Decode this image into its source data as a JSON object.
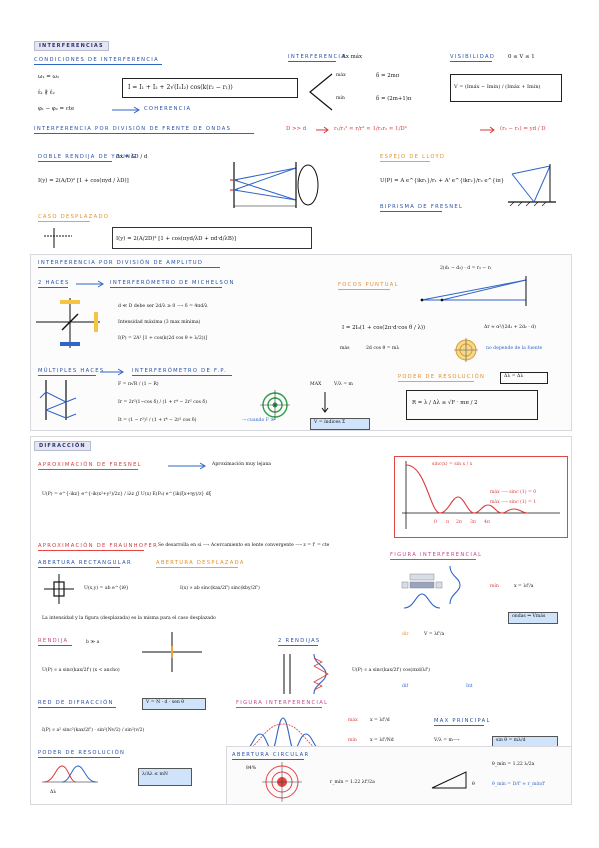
{
  "sections": {
    "interferencias": "INTERFERENCIAS",
    "difraccion": "DIFRACCIÓN"
  },
  "interf": {
    "h_condiciones": "CONDICIONES DE INTERFERENCIA",
    "cond1": "ω₁ = ω₂",
    "cond2": "ε̂₁ ∦ ε̂₂",
    "cond3": "φ₁ − φ₂ = cte",
    "coherencia": "COHERENCIA",
    "intensity_eq": "I = I₁ + I₂ + 2√(I₁I₂) cos(k(r₂ − r₁))",
    "h_interferencia": "INTERFERENCIA",
    "dx_max": "Δx máx",
    "max_label": "máx",
    "min_label": "mín",
    "max_cond": "δ = 2mπ",
    "min_cond": "δ = (2m+1)π",
    "h_visibilidad": "VISIBILIDAD",
    "vis_range": "0 ≤ V ≤ 1",
    "vis_eq": "V = (Imáx − Imín) / (Imáx + Imín)",
    "h_division_frente": "INTERFERENCIA POR DIVISIÓN DE FRENTE DE ONDAS",
    "d_cond": "D >> d",
    "approx_eq": "r₁/r₁² ≈ r/r² ≈ 1/r₁r₂ ≈ 1/D²",
    "path_diff": "(r₂ − r₁) = yd / D",
    "h_young": "DOBLE RENDIJA DE YOUNG",
    "young_period": "Δx = λD / d",
    "young_intensity": "I(y) = 2(A/D)² [1 + cos(πyd / λD)]",
    "h_lloyd": "ESPEJO DE LLOYD",
    "lloyd_eq": "U(P) = A e^{ikr₁}/r₁ + A' e^{ikr₂}/r₂ e^{iπ}",
    "h_fresnel_biprisma": "BIPRISMA DE FRESNEL",
    "h_desplazado": "CASO DESPLAZADO",
    "desplazado_eq": "I(y) = 2(A/2D)² [1 + cos(πyd/λD + πd·d/λB)]",
    "h_division_amplitud": "INTERFERENCIA POR DIVISIÓN DE AMPLITUD",
    "h_2haces": "2 HACES",
    "h_michelson": "INTERFERÓMETRO DE MICHELSON",
    "mich1": "d ≪ D  debe ser  2d/λ ≥ 0  ⟶  δ = 4πd/λ",
    "mich2": "Intensidad máxima (3 max mínima)",
    "mich3": "I(P) = 2A² [1 + cos(k(2d cos θ + λ/2))]",
    "h_focos": "FOCOS PUNTUAL",
    "focos_top": "2(d₁ − d₂) · d = r₂ − r₁",
    "focos_eq": "I = 2I₀(1 + cos(2π·d·cos θ / λ))",
    "focos_r": "Δr ≈ α²/(2d₁ + 2d₂ · d)",
    "focos_mas": "más",
    "focos_cond": "2d cos θ = mλ",
    "focos_note": "no depende de la fuente",
    "h_multiples": "MÚLTIPLES HACES",
    "h_fabry": "INTERFERÓMETRO DE F.P.",
    "fp_F": "F = π√R / (1 − R)",
    "fp_Ir": "Ir = 2r²(1−cos δ) / (1 + r⁴ − 2r² cos δ)",
    "fp_It": "It = (1 − r²)² / (1 + r⁴ − 2r² cos δ)",
    "fp_note": "→ cuando F ≫",
    "max_label2": "MAX",
    "fp_max": "V/λ = m",
    "fp_index": "V = índices Σ",
    "h_poder": "PODER DE RESOLUCIÓN",
    "poder_box": "Δλ = Δλ",
    "poder_eq": "R = λ / Δλ ≤ √F · mπ / 2"
  },
  "difr": {
    "h_fresnel": "APROXIMACIÓN DE FRESNEL",
    "fresnel_note": "Aproximación muy lejana",
    "fresnel_eq": "U(P) = e^{-ikz} e^{-ik(x²+y²)/2z} / iλz ∬ U(x) E(P₀) e^{ik(ξx+ηy)/z} dξ",
    "graph_label": "sinc(x) = sin x / x",
    "graph_peak": "máx  ⟶  sinc (1) = 0",
    "graph_peak2": "máx  ⟶  sinc (1) = 1",
    "graph_ticks": [
      "0",
      "π",
      "2π",
      "3π",
      "4π"
    ],
    "h_fraunhofer": "APROXIMACIÓN DE FRAUNHOFER",
    "fraunhofer_note": "Se desarrolla en si  ⟶  Acercamiento en lente convergente  ⟶  z = f' = cte",
    "h_rectangular": "ABERTURA RECTANGULAR",
    "h_desplazada": "ABERTURA DESPLAZADA",
    "rect_eq": "I(x) ∝ ab sinc(kax/2f') sinc(kby/2f')",
    "rect_desp": "U(x,y) = ab e^{iθ}",
    "intens_note": "La intensidad y la figura (desplazada) es la misma para el caso desplazado",
    "h_figura": "FIGURA INTERFERENCIAL",
    "fig_min": "mín",
    "fig_eq": "x = λf'/a",
    "fig_btn": "ondas ⇒ Vmás",
    "fig_dir": "dir",
    "fig_v": "V = λf'/a",
    "h_rendija": "RENDIJA",
    "rendija_note": "b ≫ a",
    "rendija_eq": "U(P) ∝ a sinc(kax/2f')  (x < ancho)",
    "h_2rendijas": "2 RENDIJAS",
    "rend2_eq": "U(P) ∝ a sinc(kax/2f') cos(πxd/λf')",
    "rend2_lbl1": "dif",
    "rend2_lbl2": "Int",
    "h_red": "RED DE DIFRACCIÓN",
    "red_box": "V = N · d · sen θ",
    "red_eq": "I(P) ∝ a² sinc²(kax/2f') · sin²(Nv/2) / sin²(v/2)",
    "h_figura2": "FIGURA INTERFERENCIAL",
    "max_lbl": "máx",
    "min_lbl": "mín",
    "max_eq": "x = λf'/d",
    "min_eq": "x = λf'/Nd",
    "h_max_principal": "MAX PRINCIPAL",
    "principal_eq": "V/λ = m⟶",
    "principal_box": "sin θ = mλ/d",
    "h_poder2": "PODER DE RESOLUCIÓN",
    "poder2_eq": "λ/Δλ ≤ mN",
    "poder2_lbl": "Δλ",
    "h_circular": "ABERTURA CIRCULAR",
    "circ_pct": "84%",
    "circ_eq": "r_mín = 1.22 λf'/2a",
    "circ_theta": "θ",
    "circ_right1": "θ_mín = 1.22 λ/2a",
    "circ_right2": "θ_mín = D/f' ≈ r_mín/f'"
  }
}
